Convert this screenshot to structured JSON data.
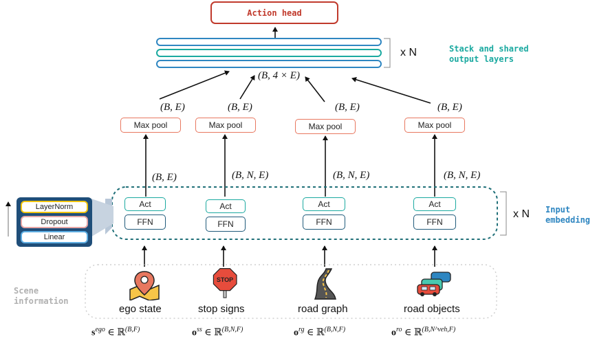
{
  "action_head": "Action head",
  "stack_note": [
    "Stack and shared",
    "output layers"
  ],
  "stack_times": "x N",
  "concat_shape": "(B, 4 × E)",
  "pooled_shape": "(B, E)",
  "embed_shapes": [
    "(B, E)",
    "(B, N, E)",
    "(B, N, E)",
    "(B, N, E)"
  ],
  "maxpool_label": "Max pool",
  "act_label": "Act",
  "ffn_label": "FFN",
  "embed_times": "x N",
  "embed_note": [
    "Input",
    "embedding"
  ],
  "legend": [
    "LayerNorm",
    "Dropout",
    "Linear"
  ],
  "scene_note": [
    "Scene",
    "information"
  ],
  "sources": [
    "ego state",
    "stop signs",
    "road graph",
    "road objects"
  ],
  "formulas": [
    {
      "sym": "s",
      "sup": "ego",
      "dims": "(B,F)"
    },
    {
      "sym": "o",
      "sup": "ss",
      "dims": "(B,N,F)"
    },
    {
      "sym": "o",
      "sup": "rg",
      "dims": "(B,N,F)"
    },
    {
      "sym": "o",
      "sup": "ro",
      "dims": "(B,N^veh,F)"
    }
  ],
  "colors": {
    "action": "#c0392b",
    "maxpool": "#e8775f",
    "act": "#1aa9a0",
    "ffn": "#1f5a7a",
    "stack_blue": "#2e86c1",
    "stack_teal": "#1aa9a0",
    "embed_dash": "#1f6f78",
    "legend_bg": "#1f4e79"
  },
  "icons": [
    "map-pin-icon",
    "stop-sign-icon",
    "road-icon",
    "cars-icon"
  ]
}
